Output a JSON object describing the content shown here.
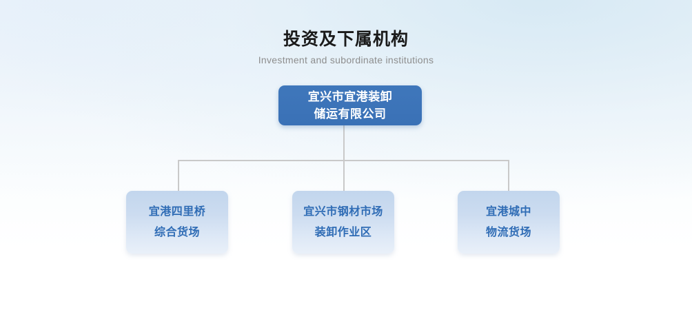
{
  "header": {
    "title": "投资及下属机构",
    "subtitle": "Investment and subordinate institutions"
  },
  "colors": {
    "root_node": "#3a72b8",
    "child_node": "#c2d6ed",
    "child_text": "#2f6cb5",
    "connector": "#c9c9c9",
    "title_text": "#1a1a1a",
    "subtitle_text": "#8d8d8d",
    "background_top": "#e9f1f8",
    "background_bottom": "#ffffff"
  },
  "org_chart": {
    "root": {
      "line1": "宜兴市宜港装卸",
      "line2": "储运有限公司"
    },
    "children": [
      {
        "line1": "宜港四里桥",
        "line2": "综合货场"
      },
      {
        "line1": "宜兴市钢材市场",
        "line2": "装卸作业区"
      },
      {
        "line1": "宜港城中",
        "line2": "物流货场"
      }
    ]
  }
}
